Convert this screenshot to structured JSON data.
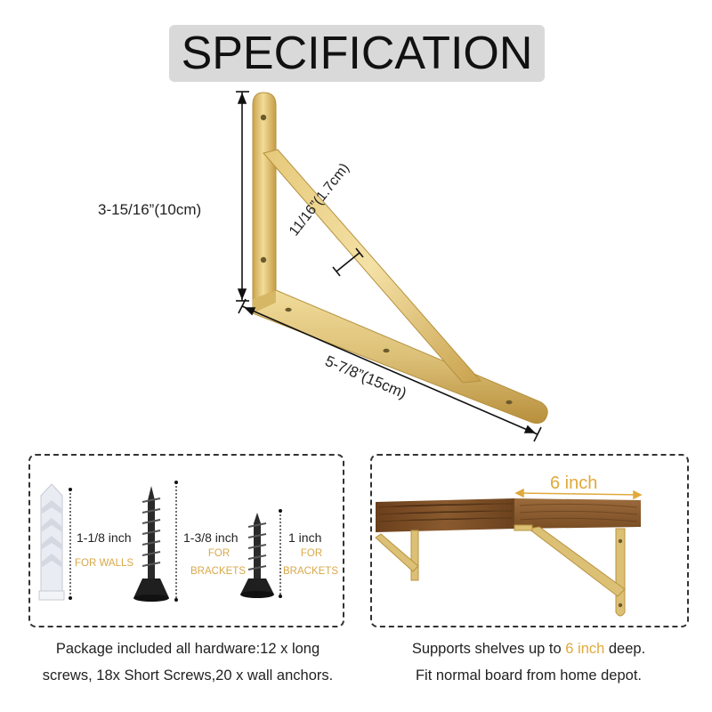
{
  "title": "SPECIFICATION",
  "dimensions": {
    "height": "3-15/16”(10cm)",
    "thickness": "11/16”(1.7cm)",
    "length": "5-7/8”(15cm)"
  },
  "hardware": {
    "anchor_size": "1-1/8 inch",
    "anchor_use": "FOR WALLS",
    "long_screw_size": "1-3/8 inch",
    "long_screw_use_1": "FOR",
    "long_screw_use_2": "BRACKETS",
    "short_screw_size": "1 inch",
    "short_screw_use_1": "FOR",
    "short_screw_use_2": "BRACKETS"
  },
  "shelf": {
    "depth_label": "6 inch"
  },
  "captions": {
    "left_line1": "Package included all hardware:12 x long",
    "left_line2": "screws, 18x Short Screws,20 x wall anchors.",
    "right_line1_a": "Supports shelves up to ",
    "right_line1_b": "6 inch",
    "right_line1_c": " deep.",
    "right_line2": "Fit normal board from home depot."
  },
  "colors": {
    "gold": "#d9bb6a",
    "accent": "#e0a93c",
    "title_bg": "#d9d9d9",
    "wood": "#7a4a22"
  }
}
